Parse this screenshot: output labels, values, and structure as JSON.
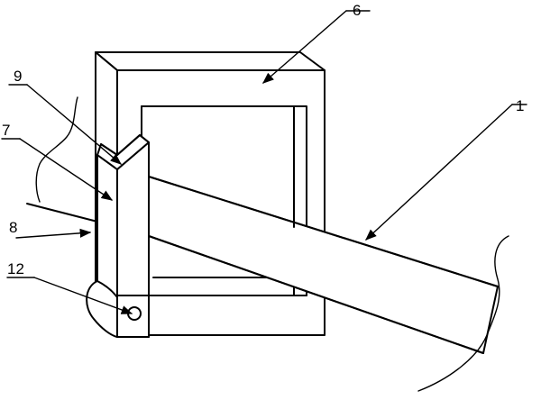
{
  "labels": {
    "label_6": "6",
    "label_9": "9",
    "label_7": "7",
    "label_1": "1",
    "label_8": "8",
    "label_12": "12"
  }
}
